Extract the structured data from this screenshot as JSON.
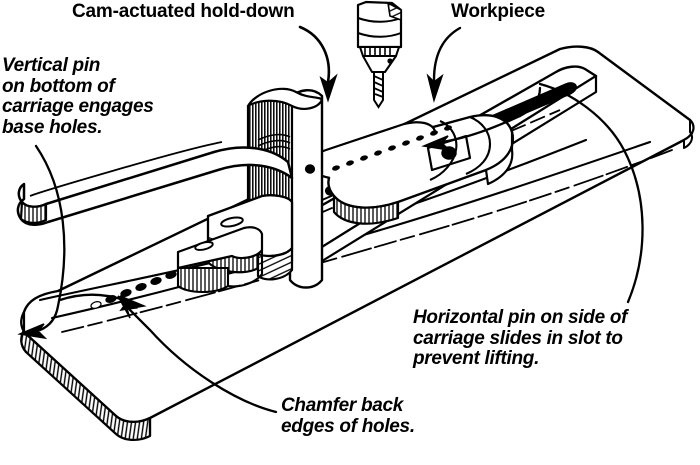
{
  "illustration": {
    "title": "Cam-actuated drilling jig with sliding carriage",
    "subject": "drill-press hold-down fixture",
    "background_color": "#ffffff",
    "ink_color": "#000000",
    "style": "black-and-white pen-and-ink technical line drawing"
  },
  "labels": {
    "cam_holddown": {
      "text": "Cam-actuated hold-down",
      "style": "bold-upright"
    },
    "workpiece": {
      "text": "Workpiece",
      "style": "bold-upright"
    },
    "vertical_pin": {
      "lines": [
        "Vertical pin",
        "on bottom of",
        "carriage engages",
        "base holes."
      ],
      "text": "Vertical pin\non bottom of\ncarriage engages\nbase holes.",
      "style": "bold-italic"
    },
    "horizontal_pin": {
      "lines": [
        "Horizontal pin on side of",
        "carriage slides in slot to",
        "prevent lifting."
      ],
      "text": "Horizontal pin on side of\ncarriage slides in slot to\nprevent lifting.",
      "style": "bold-italic"
    },
    "chamfer": {
      "lines": [
        "Chamfer back",
        "edges of holes."
      ],
      "text": "Chamfer back\nedges of holes.",
      "style": "bold-italic"
    }
  },
  "parts": {
    "drill_chuck": "drill-chuck-icon",
    "drill_bit": "twist-drill-bit-icon",
    "base_board": "base-board",
    "index_holes": "row-of-index-holes",
    "fence_rail": "fence-rail-with-slot",
    "slot": "horizontal-guide-slot",
    "carriage": "sliding-carriage",
    "cam_post": "vertical-cam-post",
    "cam_lever": "cam-lever-handle",
    "pivot_pin": "carriage-pivot-pin"
  },
  "leaders": {
    "cam_holddown_arrow": "curved-leader-with-arrowhead",
    "workpiece_arrow": "curved-leader-with-arrowhead",
    "vertical_pin_arrow": "long-curved-leader-with-arrowhead",
    "horizontal_pin_arrow": "long-sweeping-leader",
    "chamfer_arrow": "short-leader-with-arrowhead"
  }
}
